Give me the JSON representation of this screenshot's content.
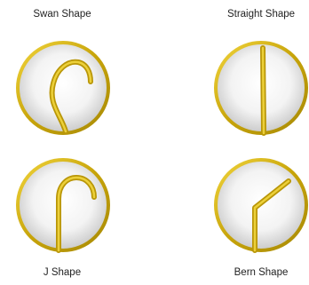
{
  "shapes": [
    {
      "label": "Swan Shape",
      "icon": "swan-shape-rod-icon"
    },
    {
      "label": "Straight Shape",
      "icon": "straight-shape-rod-icon"
    },
    {
      "label": "J Shape",
      "icon": "j-shape-rod-icon"
    },
    {
      "label": "Bern Shape",
      "icon": "bern-shape-rod-icon"
    }
  ],
  "colors": {
    "rod": "#d6b40f",
    "rod_highlight": "#f2dc4a",
    "circle_border": "#c9a700",
    "circle_fill": "#f4f4f4"
  }
}
